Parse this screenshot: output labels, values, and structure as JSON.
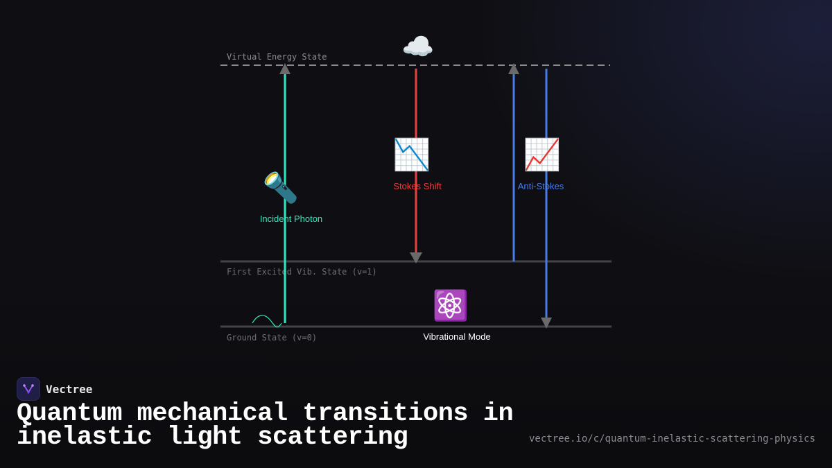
{
  "diagram": {
    "levels": {
      "virtual": "Virtual Energy State",
      "excited": "First Excited Vib. State (v=1)",
      "ground": "Ground State (v=0)"
    },
    "labels": {
      "incident": "Incident Photon",
      "stokes": "Stokes Shift",
      "anti_stokes": "Anti-Stokes",
      "vibrational": "Vibrational Mode"
    },
    "icons": {
      "virtual": "☁️",
      "incident": "🔦",
      "stokes": "📉",
      "anti_stokes": "📈",
      "vibrational": "⚛️"
    },
    "colors": {
      "incident": "#2de8c0",
      "stokes": "#e84040",
      "anti_stokes": "#4a7ce8"
    }
  },
  "footer": {
    "brand": "Vectree",
    "title": "Quantum mechanical transitions in inelastic light scattering",
    "url": "vectree.io/c/quantum-inelastic-scattering-physics"
  }
}
